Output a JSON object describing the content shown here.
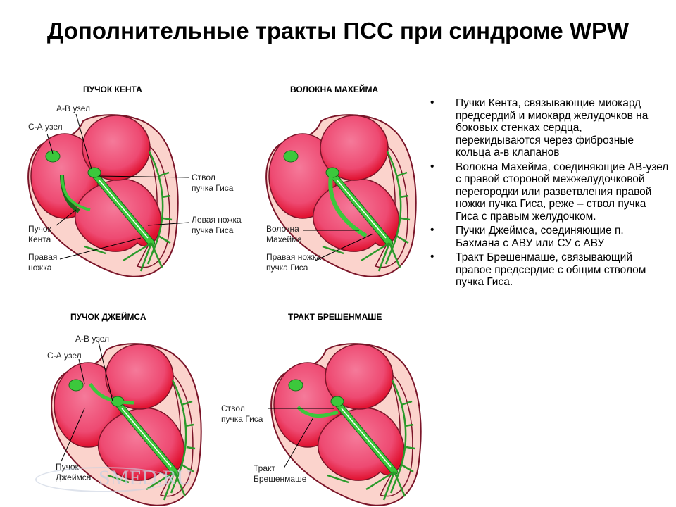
{
  "title": "Дополнительные тракты ПСС при синдроме WPW",
  "panels": [
    {
      "title": "ПУЧОК КЕНТА",
      "labels": [
        "А-В узел",
        "С-А узел",
        "Ствол\nпучка Гиса",
        "Левая ножка\nпучка Гиса",
        "Пучок\nКента",
        "Правая\nножка"
      ]
    },
    {
      "title": "ВОЛОКНА МАХЕЙМА",
      "labels": [
        "Волокна\nМахейма",
        "Правая ножка\nпучка Гиса"
      ]
    },
    {
      "title": "ПУЧОК ДЖЕЙМСА",
      "labels": [
        "А-В узел",
        "С-А узел",
        "Пучок\nДжеймса"
      ]
    },
    {
      "title": "ТРАКТ БРЕШЕНМАШЕ",
      "labels": [
        "Ствол\nпучка Гиса",
        "Тракт\nБрешенмаше"
      ]
    }
  ],
  "bullets": [
    "Пучки Кента, связывающие миокард предсердий и миокард желудочков на боковых стенках сердца, перекидываются через фиброзные кольца а-в клапанов",
    "Волокна Махейма, соединяющие АВ-узел с правой стороной межжелудочковой перегородки или разветвления правой ножки пучка Гиса, реже – ствол пучка Гиса с правым желудочком.",
    "Пучки Джеймса, соединяющие п. Бахмана с АВУ или СУ с АВУ",
    "Тракт Брешенмаше, связывающий правое предсердие с общим стволом пучка Гиса."
  ],
  "watermark": "SMED.RU",
  "colors": {
    "myocardium": "#e8265a",
    "wall": "#fbd3cc",
    "outline": "#7a1428",
    "conduction": "#3cc83c"
  }
}
